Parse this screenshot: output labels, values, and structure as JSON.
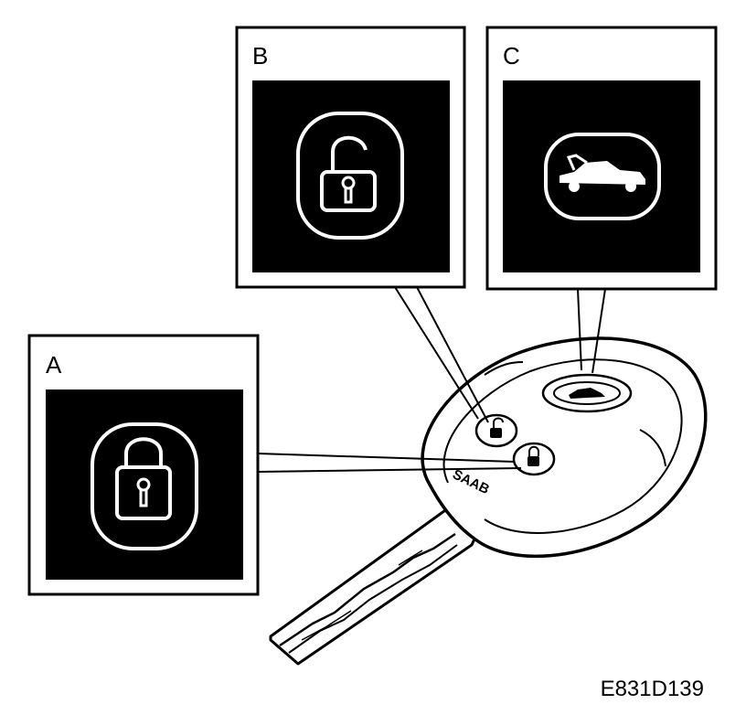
{
  "panels": [
    {
      "label": "A",
      "icon": "lock-closed-icon"
    },
    {
      "label": "B",
      "icon": "lock-open-icon"
    },
    {
      "label": "C",
      "icon": "car-trunk-icon"
    }
  ],
  "key": {
    "brand": "SAAB"
  },
  "figure_code": "E831D139",
  "colors": {
    "ink": "#000000",
    "paper": "#ffffff"
  }
}
